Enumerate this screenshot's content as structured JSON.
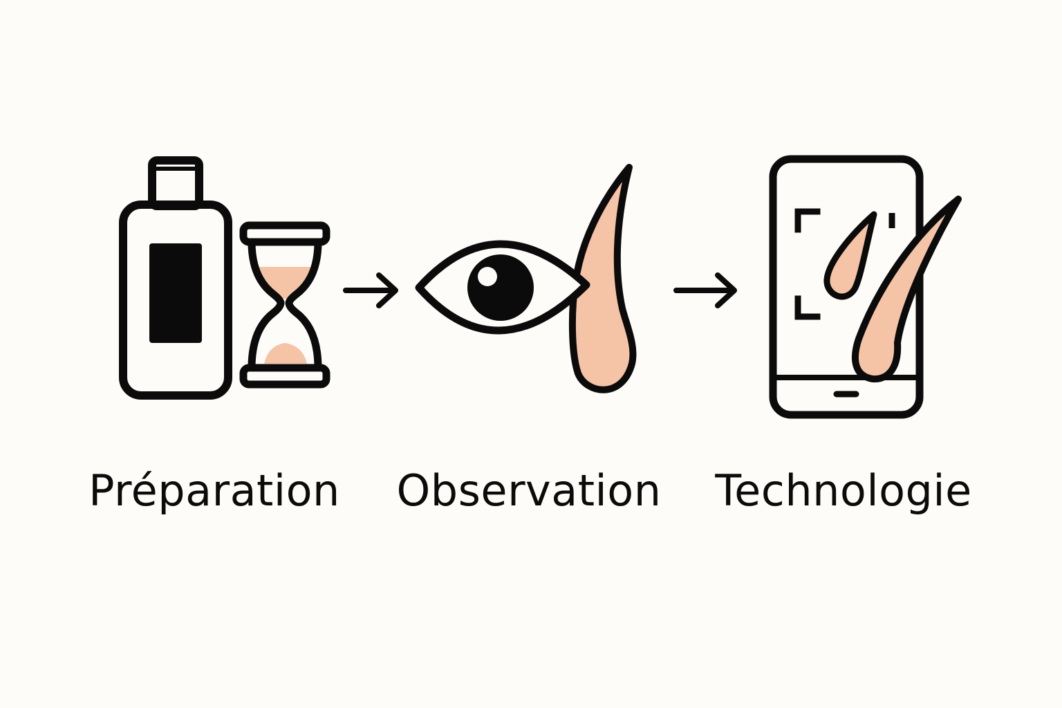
{
  "colors": {
    "background": "#fefcf8",
    "stroke": "#0b0b0b",
    "accent": "#f5c3a6"
  },
  "steps": [
    {
      "label": "Préparation",
      "icons": [
        "bottle-icon",
        "hourglass-icon"
      ]
    },
    {
      "label": "Observation",
      "icons": [
        "eye-icon",
        "hair-strand-icon"
      ]
    },
    {
      "label": "Technologie",
      "icons": [
        "smartphone-icon",
        "scan-frame-icon",
        "hair-strand-icon"
      ]
    }
  ],
  "connectors": [
    "arrow-right-icon",
    "arrow-right-icon"
  ]
}
